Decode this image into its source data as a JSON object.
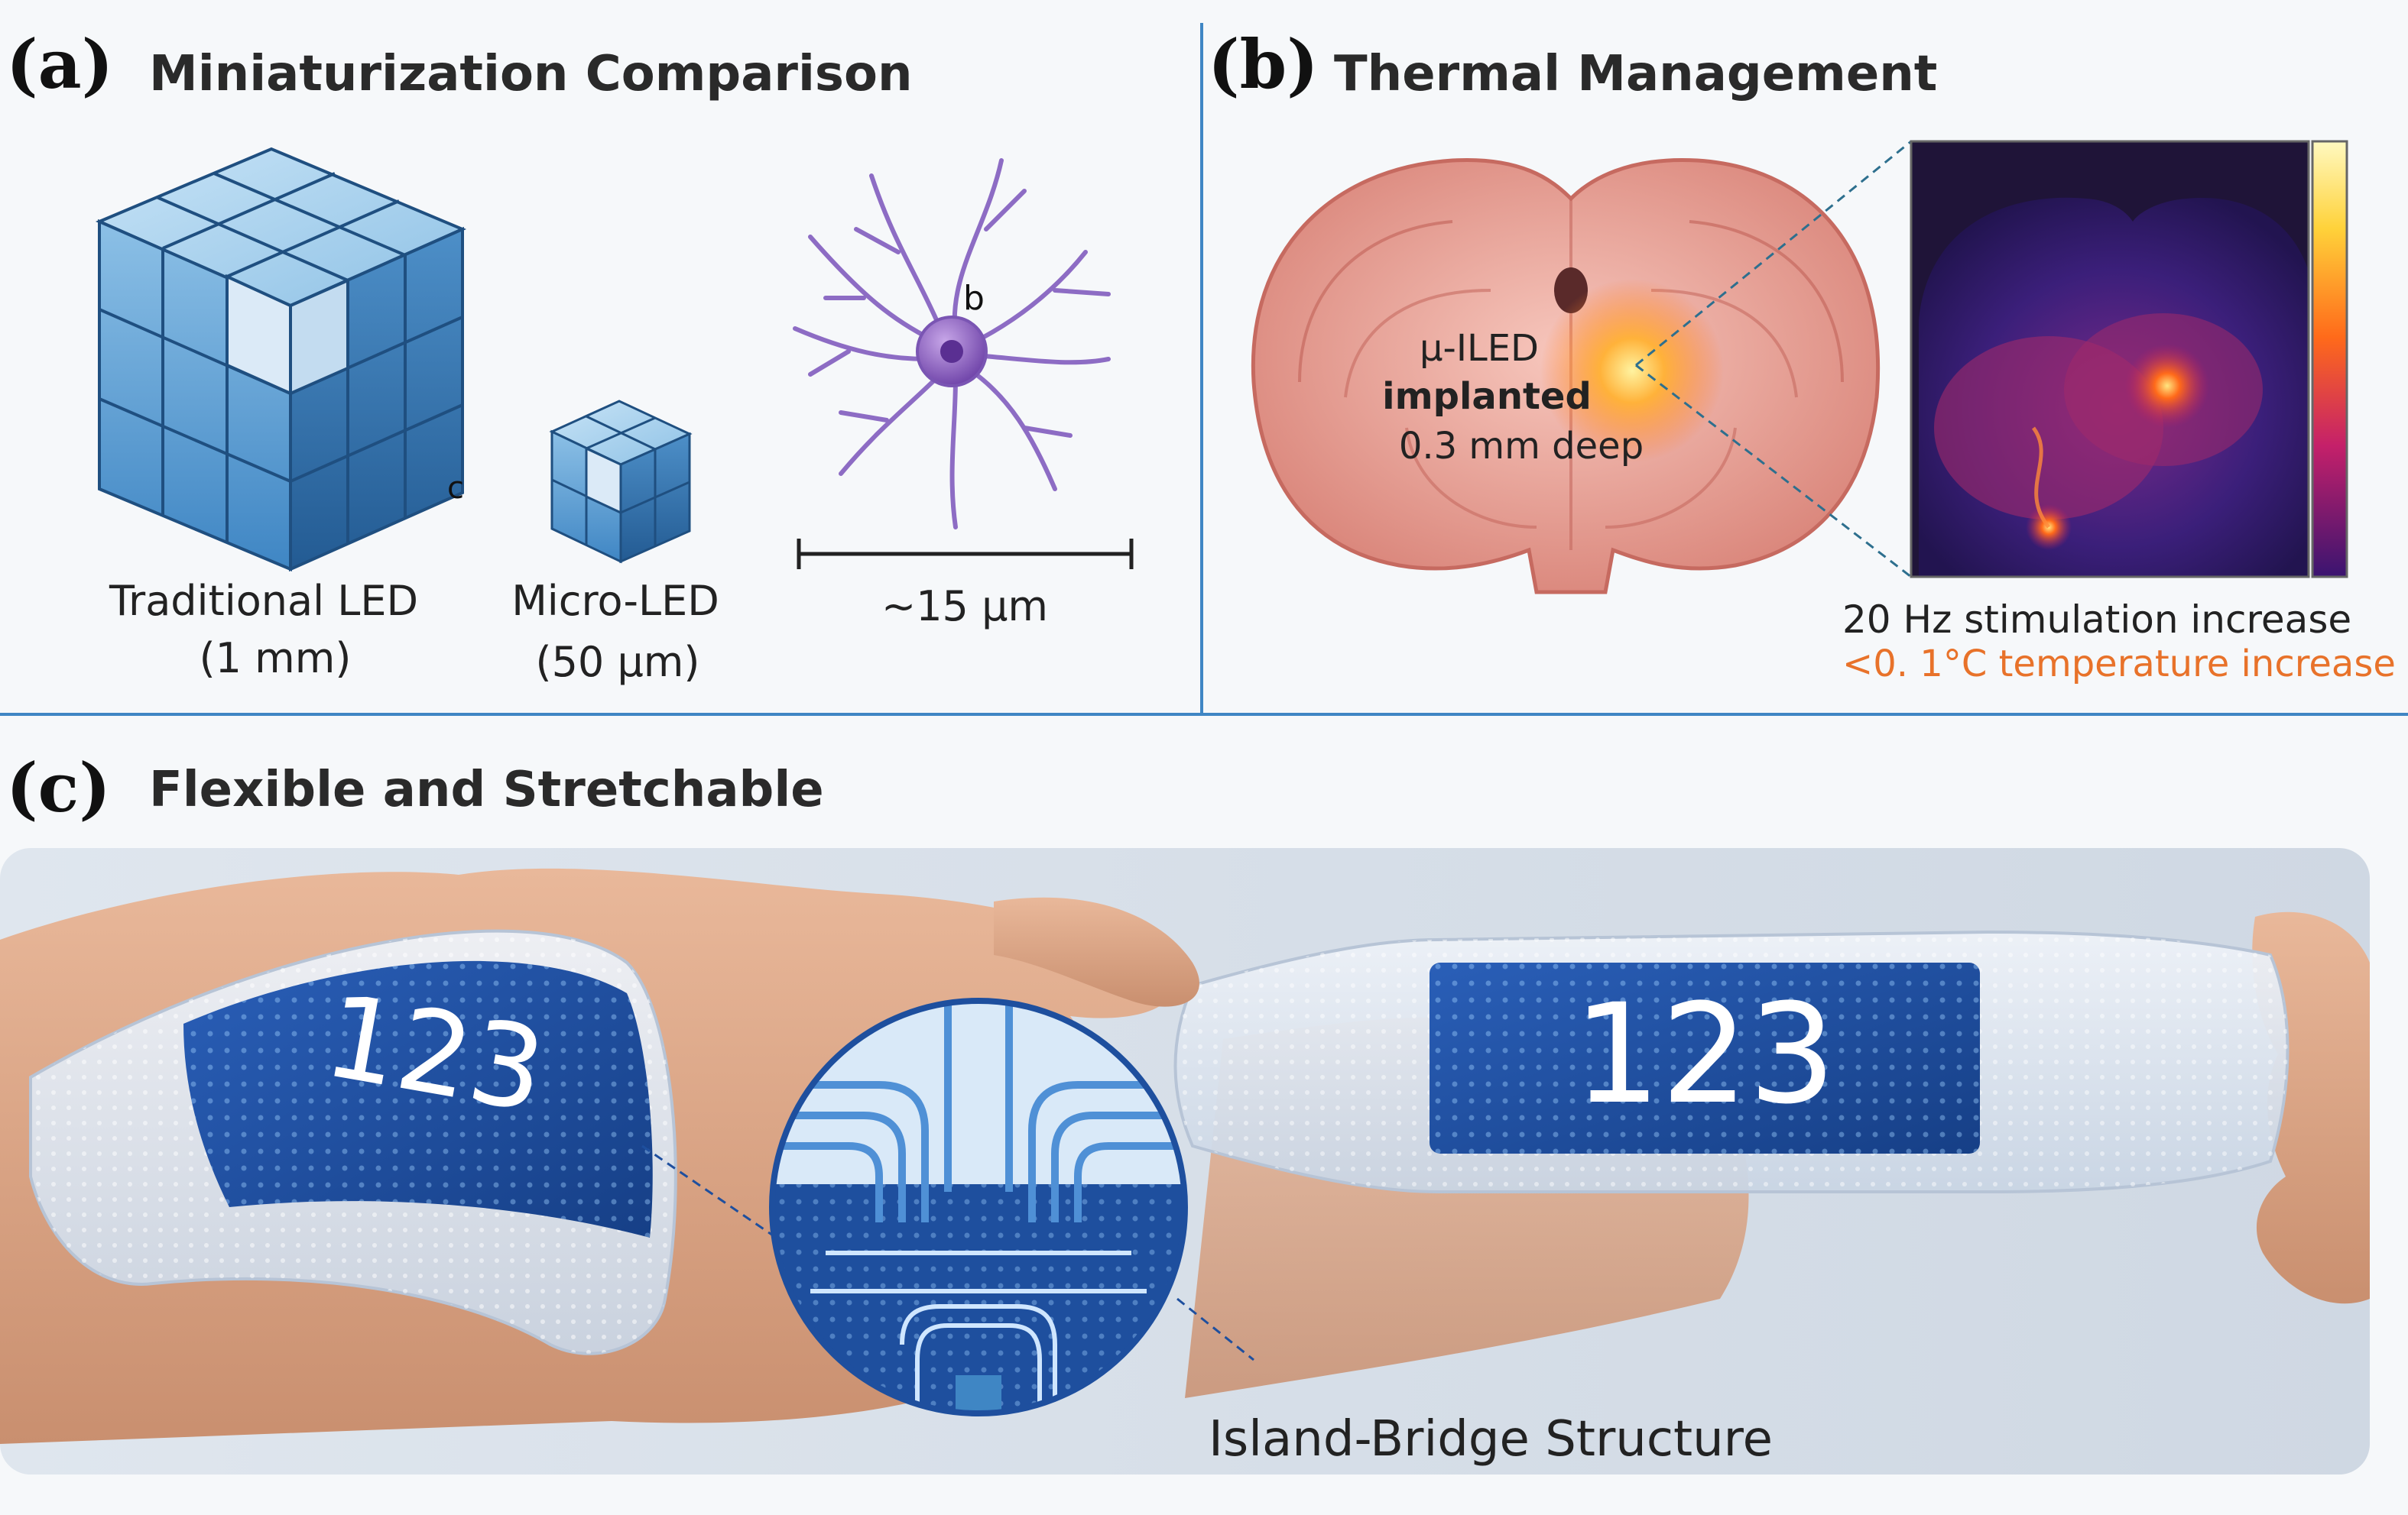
{
  "panels": {
    "a": {
      "letter": "(a)",
      "title": "Miniaturization Comparison",
      "traditional_label": "Traditional LED",
      "traditional_size": "(1 mm)",
      "micro_label": "Micro-LED",
      "micro_size": "(50 μm)",
      "neuron_scale": "~15 μm",
      "stray_b": "b",
      "stray_c": "c"
    },
    "b": {
      "letter": "(b)",
      "title": "Thermal Management",
      "led_label_1": "μ-ILED",
      "led_label_2": "implanted",
      "led_label_3": "0.3 mm deep",
      "stimulation_text": "20 Hz stimulation increase",
      "temperature_text": "<0. 1°C temperature increase",
      "temperature_color": "#e8722a"
    },
    "c": {
      "letter": "(c)",
      "title": "Flexible and Stretchable",
      "display_number_left": "123",
      "display_number_right": "123",
      "structure_label": "Island-Bridge Structure"
    }
  },
  "colors": {
    "divider": "#3f86c4",
    "cube_light": "#a9d2ee",
    "cube_dark": "#2f6fa8",
    "brain_tissue": "#e9a39b",
    "display_blue": "#1e4f9e"
  }
}
